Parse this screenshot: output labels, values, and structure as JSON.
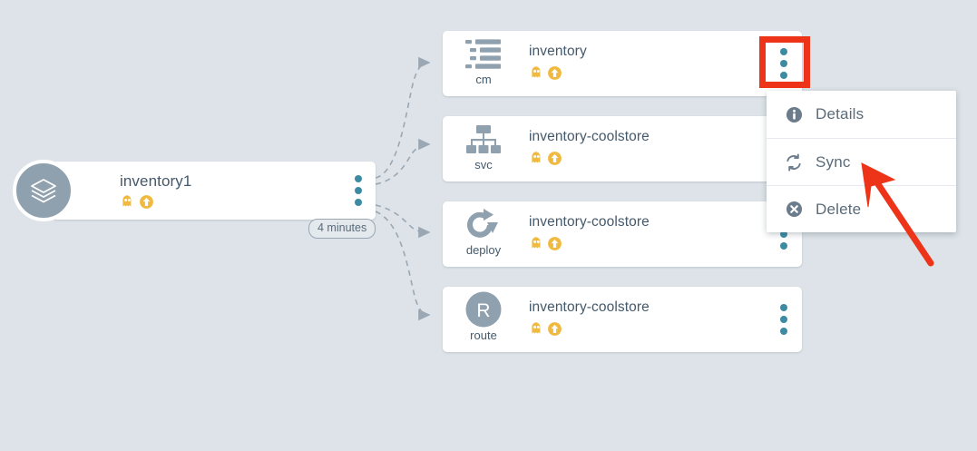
{
  "theme": {
    "background": "#dde3e8",
    "card_bg": "#ffffff",
    "text_primary": "#44596b",
    "text_menu": "#5a6b7a",
    "kebab_dot": "#3d8ba3",
    "icon_gray": "#8fa0ae",
    "status_yellow": "#f0b93f",
    "annotation_red": "#ed3419",
    "edge_line": "#9aa8b5"
  },
  "application": {
    "name": "inventory1",
    "icon": "layers-stack-icon",
    "health_icon": "ghost-unknown-icon",
    "sync_icon": "arrow-up-circle-icon",
    "menu_icon": "kebab-menu-icon"
  },
  "timer_badge": {
    "label": "4 minutes"
  },
  "resources": [
    {
      "kind": "cm",
      "name": "inventory",
      "icon": "configmap-list-icon",
      "health_icon": "ghost-unknown-icon",
      "sync_icon": "arrow-up-circle-icon",
      "menu_icon": "kebab-menu-icon",
      "highlighted": true
    },
    {
      "kind": "svc",
      "name": "inventory-coolstore",
      "icon": "service-sitemap-icon",
      "health_icon": "ghost-unknown-icon",
      "sync_icon": "arrow-up-circle-icon",
      "menu_icon": "kebab-menu-icon",
      "highlighted": false
    },
    {
      "kind": "deploy",
      "name": "inventory-coolstore",
      "icon": "deployment-rotate-icon",
      "health_icon": "ghost-unknown-icon",
      "sync_icon": "arrow-up-circle-icon",
      "menu_icon": "kebab-menu-icon",
      "highlighted": false
    },
    {
      "kind": "route",
      "name": "inventory-coolstore",
      "icon": "route-letter-icon",
      "icon_letter": "R",
      "health_icon": "ghost-unknown-icon",
      "sync_icon": "arrow-up-circle-icon",
      "menu_icon": "kebab-menu-icon",
      "highlighted": false
    }
  ],
  "context_menu": {
    "items": [
      {
        "label": "Details",
        "icon": "info-circle-icon"
      },
      {
        "label": "Sync",
        "icon": "sync-refresh-icon"
      },
      {
        "label": "Delete",
        "icon": "close-circle-icon"
      }
    ]
  },
  "annotations": {
    "highlight_box": "red-highlight-rectangle",
    "pointer": "red-arrow-annotation",
    "pointer_target": "Sync"
  }
}
